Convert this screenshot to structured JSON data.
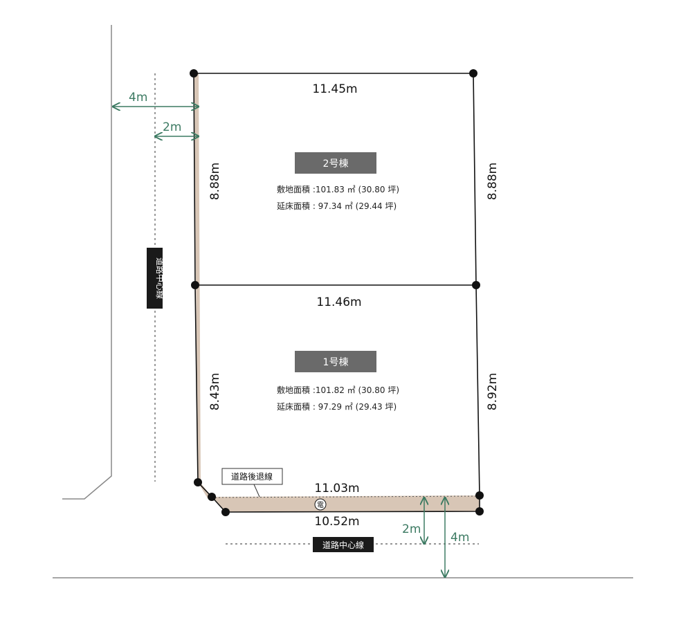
{
  "colors": {
    "setback_fill": "#d8c6b6",
    "arrow_green": "#3c7a62",
    "tag_bg": "#6a6a6a",
    "road_label_bg": "#1a1a1a"
  },
  "lot2": {
    "tag": "2号棟",
    "site_area": "敷地面積 :101.83 ㎡ (30.80 坪)",
    "floor_area": "延床面積 :  97.34 ㎡ (29.44 坪)",
    "top_width": "11.45m",
    "left_depth": "8.88m",
    "right_depth": "8.88m"
  },
  "lot1": {
    "tag": "1号棟",
    "site_area": "敷地面積 :101.82 ㎡ (30.80 坪)",
    "floor_area": "延床面積 :  97.29 ㎡ (29.43 坪)",
    "top_width": "11.46m",
    "left_depth": "8.43m",
    "right_depth": "8.92m",
    "inner_bottom_width": "11.03m",
    "bottom_width": "10.52m"
  },
  "road": {
    "center_line_label_vertical": "道路中心線",
    "center_line_label_horizontal": "道路中心線",
    "setback_label": "道路後退線",
    "left_road_width": "4m",
    "left_setback": "2m",
    "bottom_setback": "2m",
    "bottom_road_width": "4m",
    "pole_symbol": "電"
  }
}
